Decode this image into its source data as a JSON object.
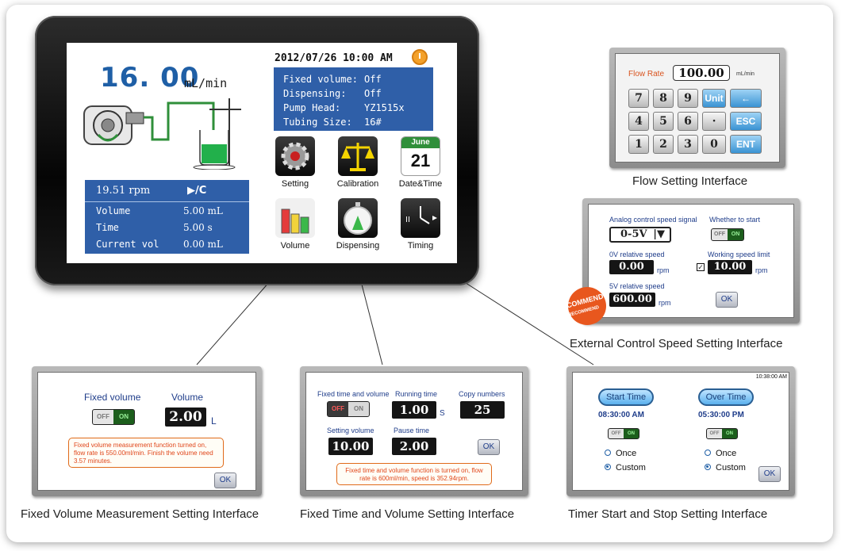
{
  "main_screen": {
    "flow_value": "16. 00",
    "flow_unit": "mL/min",
    "datetime": "2012/07/26 10:00 AM",
    "info": [
      {
        "label": "Fixed volume:",
        "value": "Off"
      },
      {
        "label": "Dispensing:",
        "value": "Off"
      },
      {
        "label": "Pump Head:",
        "value": "YZ1515x"
      },
      {
        "label": "Tubing Size:",
        "value": "16#"
      }
    ],
    "rpm": "19.51 rpm",
    "play_symbol": "▶/C",
    "stats": [
      {
        "label": "Volume",
        "value": "5.00 mL"
      },
      {
        "label": "Time",
        "value": "5.00 s"
      },
      {
        "label": "Current vol",
        "value": "0.00 mL"
      }
    ],
    "apps": [
      {
        "label": "Setting",
        "icon": "gear-icon"
      },
      {
        "label": "Calibration",
        "icon": "scale-icon"
      },
      {
        "label": "Date&Time",
        "icon": "calendar-icon",
        "month": "June",
        "day": "21"
      },
      {
        "label": "Volume",
        "icon": "beaker-icon"
      },
      {
        "label": "Dispensing",
        "icon": "stopwatch-icon"
      },
      {
        "label": "Timing",
        "icon": "timing-clock-icon"
      }
    ]
  },
  "flow_setting": {
    "caption": "Flow Setting Interface",
    "label": "Flow Rate",
    "value": "100.00",
    "unit": "mL/min",
    "keys": [
      "7",
      "8",
      "9",
      "Unit",
      "←",
      "4",
      "5",
      "6",
      "·",
      "ESC",
      "1",
      "2",
      "3",
      "0",
      "ENT"
    ]
  },
  "external_control": {
    "caption": "External Control Speed Setting Interface",
    "analog_label": "Analog control speed signal",
    "analog_value": "0-5V",
    "whether_label": "Whether to start",
    "v0_label": "0V relative speed",
    "v0_value": "0.00",
    "limit_label": "Working speed limit",
    "limit_value": "10.00",
    "v5_label": "5V relative speed",
    "v5_value": "600.00",
    "unit": "rpm",
    "ok": "OK",
    "badge_text": "RECOMMEND",
    "badge_text2": "RECOMMEND"
  },
  "fixed_volume": {
    "caption": "Fixed Volume Measurement Setting Interface",
    "fixed_label": "Fixed volume",
    "volume_label": "Volume",
    "volume_value": "2.00",
    "unit": "L",
    "toggle_off": "OFF",
    "toggle_on": "ON",
    "note": "Fixed volume measurement function turned on, flow rate is 550.00ml/min. Finish the volume need 3.57 minutes.",
    "ok": "OK"
  },
  "fixed_time_volume": {
    "caption": "Fixed Time and Volume Setting Interface",
    "ftv_label": "Fixed time and volume",
    "running_label": "Running time",
    "running_value": "1.00",
    "running_unit": "S",
    "copy_label": "Copy numbers",
    "copy_value": "25",
    "setting_label": "Setting volume",
    "setting_value": "10.00",
    "pause_label": "Pause time",
    "pause_value": "2.00",
    "toggle_off": "OFF",
    "toggle_on": "ON",
    "note": "Fixed time and volume function is turned on, flow rate is 600ml/min, speed is 352.94rpm.",
    "ok": "OK"
  },
  "timer": {
    "caption": "Timer Start and Stop Setting Interface",
    "clock": "10:38:00 AM",
    "start_label": "Start Time",
    "start_value": "08:30:00 AM",
    "over_label": "Over Time",
    "over_value": "05:30:00 PM",
    "toggle_off": "OFF",
    "toggle_on": "ON",
    "once": "Once",
    "custom": "Custom",
    "ok": "OK"
  }
}
